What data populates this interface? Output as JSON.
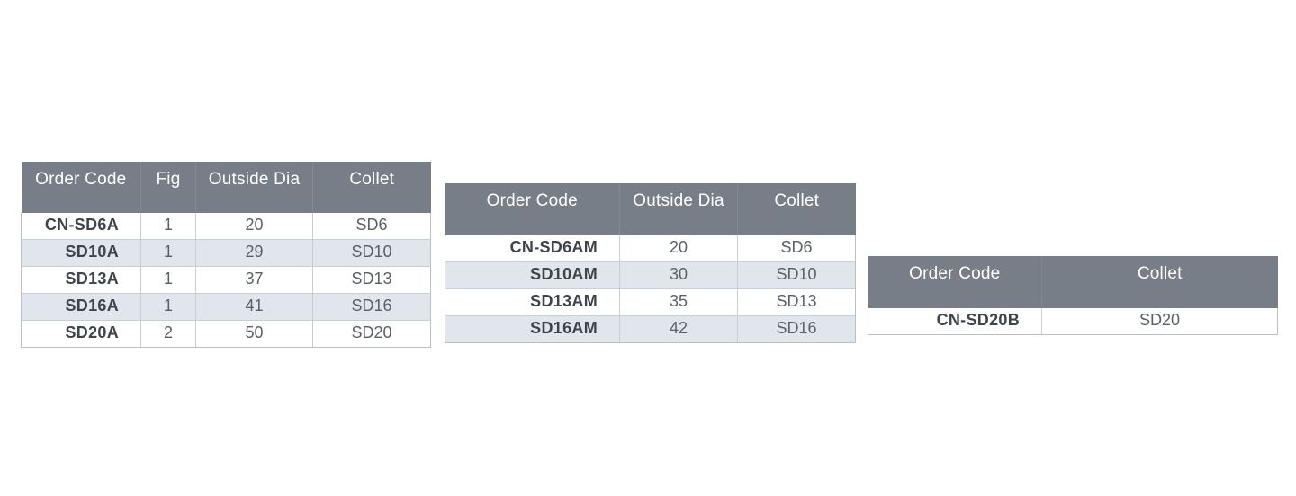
{
  "theme": {
    "header_bg": "#787e88",
    "header_text": "#ffffff",
    "row_alt_bg": "#e0e6ec",
    "row_bg": "#ffffff",
    "body_text": "#5a6068",
    "code_text": "#3e444b",
    "border": "#c9ced4",
    "page_bg": "#ffffff"
  },
  "tables": [
    {
      "id": "table-a",
      "name": "cn-sd-a-series-table",
      "columns": [
        "Order Code",
        "Fig",
        "Outside Dia",
        "Collet"
      ],
      "rows": [
        {
          "code": "CN-SD6A",
          "fig": "1",
          "outside_dia": "20",
          "collet": "SD6"
        },
        {
          "code": "SD10A",
          "fig": "1",
          "outside_dia": "29",
          "collet": "SD10"
        },
        {
          "code": "SD13A",
          "fig": "1",
          "outside_dia": "37",
          "collet": "SD13"
        },
        {
          "code": "SD16A",
          "fig": "1",
          "outside_dia": "41",
          "collet": "SD16"
        },
        {
          "code": "SD20A",
          "fig": "2",
          "outside_dia": "50",
          "collet": "SD20"
        }
      ]
    },
    {
      "id": "table-b",
      "name": "cn-sd-am-series-table",
      "columns": [
        "Order Code",
        "Outside Dia",
        "Collet"
      ],
      "rows": [
        {
          "code": "CN-SD6AM",
          "outside_dia": "20",
          "collet": "SD6"
        },
        {
          "code": "SD10AM",
          "outside_dia": "30",
          "collet": "SD10"
        },
        {
          "code": "SD13AM",
          "outside_dia": "35",
          "collet": "SD13"
        },
        {
          "code": "SD16AM",
          "outside_dia": "42",
          "collet": "SD16"
        }
      ]
    },
    {
      "id": "table-c",
      "name": "cn-sd-b-series-table",
      "columns": [
        "Order Code",
        "Collet"
      ],
      "rows": [
        {
          "code": "CN-SD20B",
          "collet": "SD20"
        }
      ]
    }
  ]
}
